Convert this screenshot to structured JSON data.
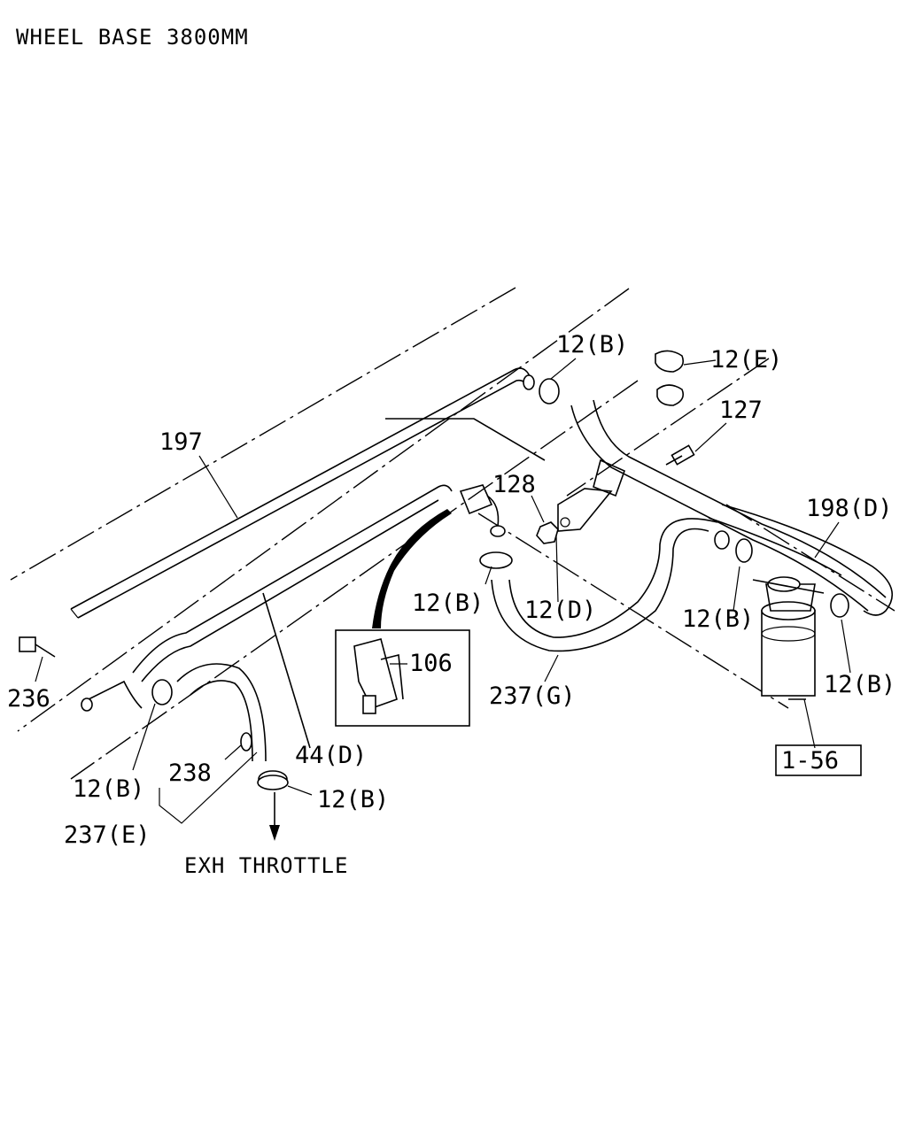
{
  "header": {
    "title": "WHEEL BASE 3800MM"
  },
  "labels": {
    "l197": "197",
    "l12b_top": "12(B)",
    "l12e": "12(E)",
    "l127": "127",
    "l128": "128",
    "l198d": "198(D)",
    "l12b_mid": "12(B)",
    "l12d": "12(D)",
    "l12b_right1": "12(B)",
    "l12b_right2": "12(B)",
    "l106": "106",
    "l237g": "237(G)",
    "l236": "236",
    "l44d": "44(D)",
    "l12b_left": "12(B)",
    "l238": "238",
    "l12b_bottom": "12(B)",
    "l237e": "237(E)",
    "ref_box": "1-56",
    "exh": "EXH THROTTLE"
  },
  "icons": {
    "clamp": "hose-clamp-icon",
    "bolt": "bolt-icon",
    "nut": "nut-icon",
    "connector": "connector-icon",
    "filter": "filter-canister-icon",
    "arrow": "down-arrow-icon"
  }
}
